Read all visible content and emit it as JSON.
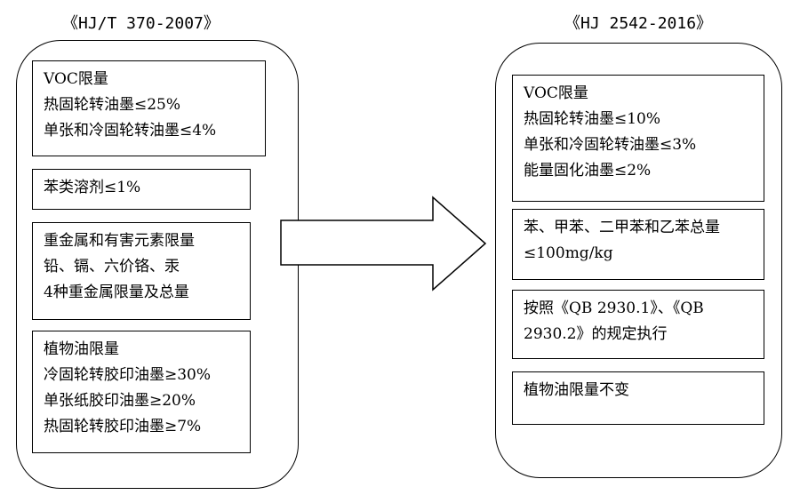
{
  "left": {
    "title": "《HJ/T 370-2007》",
    "boxes": [
      {
        "lines": [
          "VOC限量",
          "热固轮转油墨≤25%",
          "单张和冷固轮转油墨≤4%"
        ]
      },
      {
        "lines": [
          "苯类溶剂≤1%"
        ]
      },
      {
        "lines": [
          "重金属和有害元素限量",
          "铅、镉、六价铬、汞",
          "4种重金属限量及总量"
        ]
      },
      {
        "lines": [
          "植物油限量",
          "冷固轮转胶印油墨≥30%",
          "单张纸胶印油墨≥20%",
          "热固轮转胶印油墨≥7%"
        ]
      }
    ]
  },
  "right": {
    "title": "《HJ 2542-2016》",
    "boxes": [
      {
        "lines": [
          "VOC限量",
          "热固轮转油墨≤10%",
          "单张和冷固轮转油墨≤3%",
          "能量固化油墨≤2%"
        ]
      },
      {
        "lines": [
          "苯、甲苯、二甲苯和乙苯总量≤100mg/kg"
        ]
      },
      {
        "lines": [
          "按照《QB 2930.1》、《QB 2930.2》的规定执行"
        ]
      },
      {
        "lines": [
          "植物油限量不变"
        ]
      }
    ]
  }
}
